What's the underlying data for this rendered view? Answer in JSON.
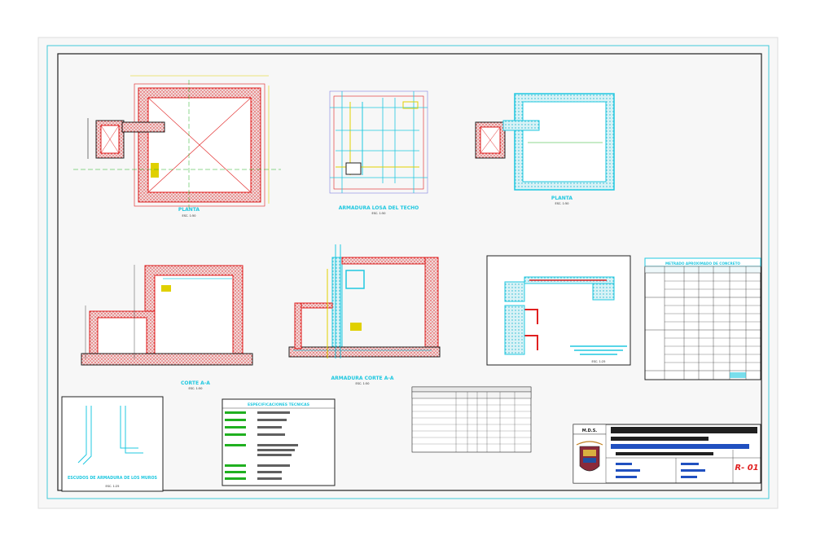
{
  "titles": {
    "planta": "PLANTA",
    "armadura_losa": "ARMADURA LOSA DEL TECHO",
    "planta2": "PLANTA",
    "corte_aa": "CORTE A-A",
    "armadura_corte": "ARMADURA CORTE A-A",
    "detalle_losa": "ESCUDOS DE ARMADURA DE LOS MUROS",
    "spec_title": "ESPECIFICACIONES TECNICAS",
    "metrado_title": "METRADO APROXIMADO DE CONCRETO",
    "scale": "ESC. 1:50",
    "scale_small": "ESC. 1:25"
  },
  "title_block": {
    "org": "M.D.S.",
    "sheet_code": "R- 01"
  },
  "colors": {
    "frame": "#40c8d8",
    "wall_red": "#e02020",
    "cyan": "#20c8e0",
    "yellow": "#e0d000",
    "magenta": "#c040c0",
    "green": "#20b020",
    "dark": "#202020",
    "blue": "#3040d0"
  }
}
